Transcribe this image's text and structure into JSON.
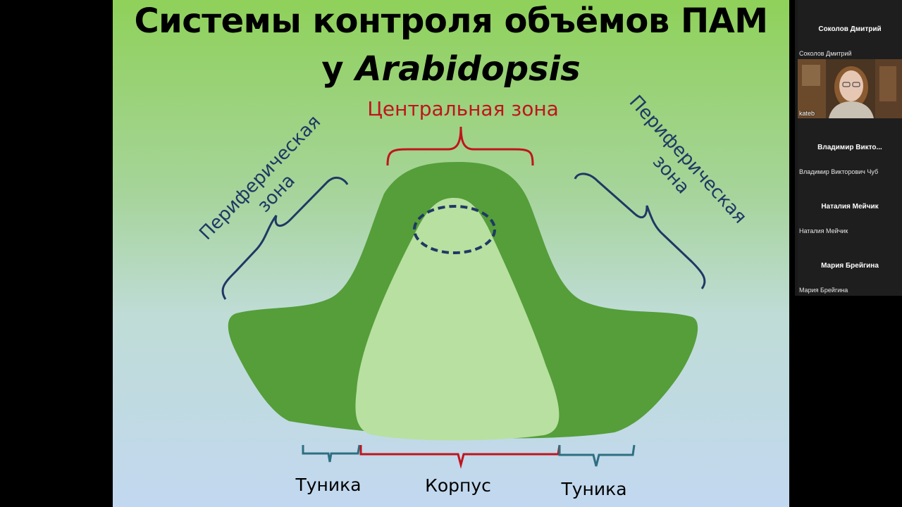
{
  "slide": {
    "title_line1": "Системы контроля объёмов ПАМ",
    "title_line2_prefix": "у ",
    "title_line2_italic": "Arabidopsis",
    "central_zone": "Центральная зона",
    "peripheral_zone_line1": "Периферическая",
    "peripheral_zone_line2": "зона",
    "tunica_left": "Туника",
    "corpus": "Корпус",
    "tunica_right": "Туника",
    "colors": {
      "outer_layer": "#559e3a",
      "inner_corpus": "#b8e0a0",
      "red_bracket": "#c0141e",
      "navy_bracket": "#1f3864",
      "teal_bracket": "#2e6f82"
    }
  },
  "participants": {
    "tiles": [
      {
        "name": "Соколов Дмитрий",
        "sub": "Соколов Дмитрий",
        "video_label": "kateb"
      },
      {
        "name": "Владимир  Викто...",
        "sub": "Владимир Викторович Чуб"
      },
      {
        "name": "Наталия Мейчик",
        "sub": "Наталия Мейчик"
      },
      {
        "name": "Мария Брейгина",
        "sub": "Мария Брейгина"
      }
    ]
  }
}
